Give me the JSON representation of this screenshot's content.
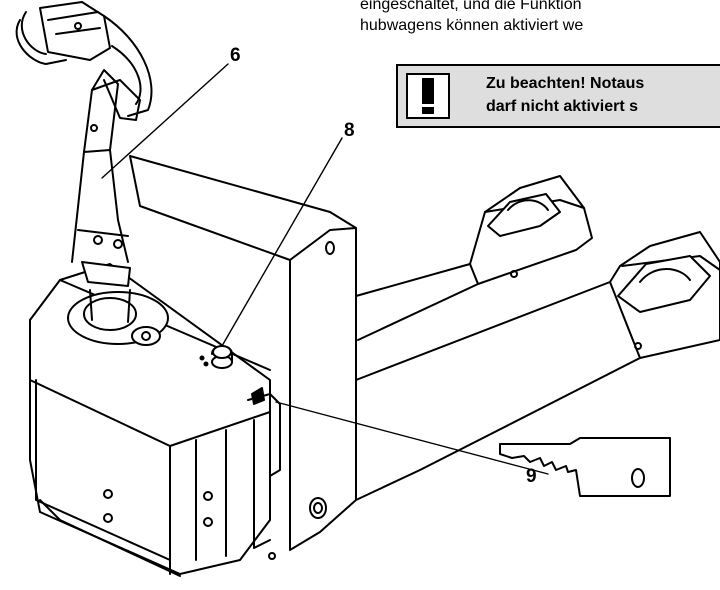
{
  "intro": {
    "line1": "eingeschaltet, und die Funktion",
    "line2": "hubwagens können aktiviert we"
  },
  "warning": {
    "icon": "exclamation-icon",
    "line1": "Zu beachten! Notaus",
    "line2": "darf nicht aktiviert s"
  },
  "callouts": {
    "tiller": "6",
    "emergency_stop": "8",
    "key_switch": "9"
  },
  "colors": {
    "box_fill": "#dedede",
    "line": "#000000",
    "background": "#ffffff"
  }
}
